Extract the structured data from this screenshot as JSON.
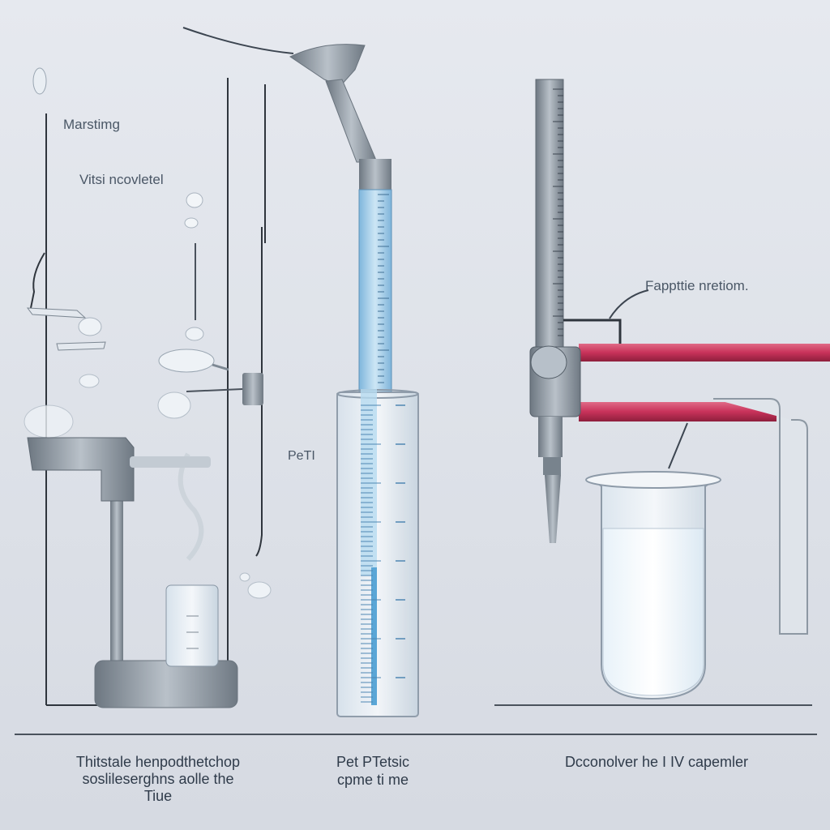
{
  "labels": {
    "marsting": "Marstimg",
    "vessel": "Vitsi ncovletel",
    "pet": "PeTI",
    "pipette_note": "Fappttie nretiom."
  },
  "captions": {
    "left_line1": "Thitstale henpodthetchop",
    "left_line2": "soslileserghns aolle the",
    "left_line3": "Tiue",
    "mid_line1": "Pet PTetsic",
    "mid_line2": "cpme ti me",
    "right": "Dcconolver he I IV  capemler"
  },
  "colors": {
    "liquid": "#9ccbe8",
    "tube_red": "#c8325a",
    "steel": "#8a949e",
    "line": "#3c4550"
  }
}
